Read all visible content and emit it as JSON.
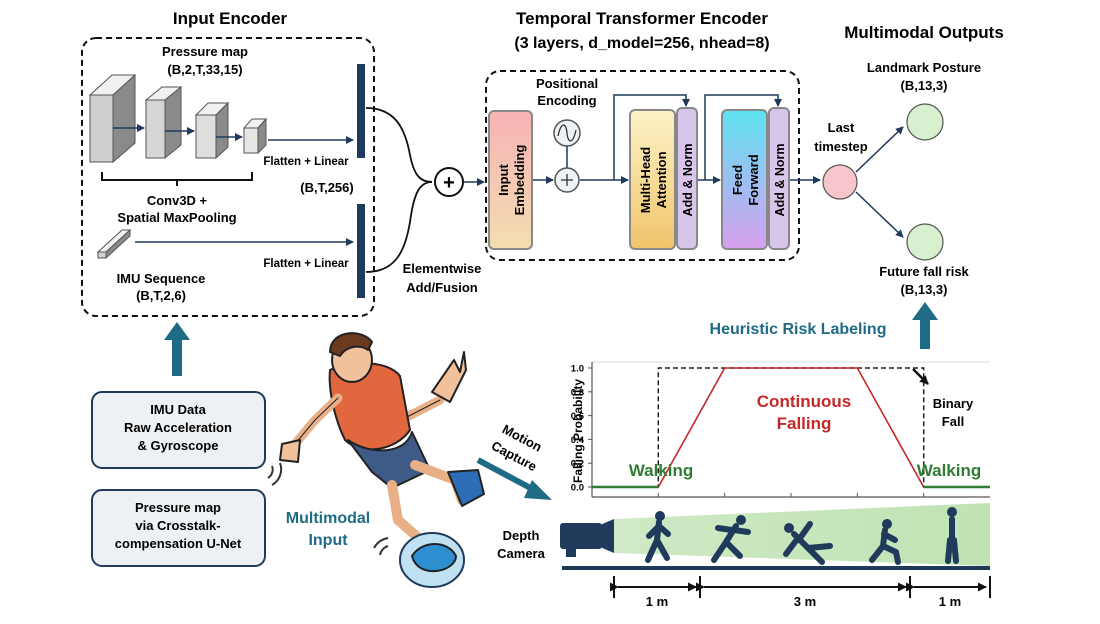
{
  "encoder": {
    "title": "Input Encoder",
    "pressure_title": "Pressure map",
    "pressure_shape": "(B,2,T,33,15)",
    "conv_label_1": "Conv3D +",
    "conv_label_2": "Spatial MaxPooling",
    "flatten_1": "Flatten + Linear",
    "flatten_2": "Flatten + Linear",
    "feature_shape": "(B,T,256)",
    "imu_title": "IMU Sequence",
    "imu_shape": "(B,T,2,6)"
  },
  "fusion": {
    "symbol": "+",
    "label_1": "Elementwise",
    "label_2": "Add/Fusion"
  },
  "transformer": {
    "title": "Temporal Transformer Encoder",
    "subtitle": "(3 layers, d_model=256, nhead=8)",
    "pos_enc_1": "Positional",
    "pos_enc_2": "Encoding",
    "input_embedding_1": "Input",
    "input_embedding_2": "Embedding",
    "mha_1": "Multi-Head",
    "mha_2": "Attention",
    "add_norm": "Add & Norm",
    "ff_1": "Feed",
    "ff_2": "Forward"
  },
  "outputs": {
    "title": "Multimodal Outputs",
    "last_1": "Last",
    "last_2": "timestep",
    "landmark_label": "Landmark Posture",
    "landmark_shape": "(B,13,3)",
    "fall_label": "Future fall risk",
    "fall_shape": "(B,13,3)"
  },
  "inputs": {
    "imu_line_1": "IMU Data",
    "imu_line_2": "Raw Acceleration",
    "imu_line_3": "& Gyroscope",
    "pm_line_1": "Pressure map",
    "pm_line_2": "via Crosstalk-",
    "pm_line_3": "compensation U-Net",
    "multimodal_1": "Multimodal",
    "multimodal_2": "Input",
    "motion_1": "Motion",
    "motion_2": "Capture"
  },
  "labeling": {
    "heuristic": "Heuristic Risk Labeling",
    "walking_left": "Walking",
    "walking_right": "Walking",
    "continuous_1": "Continuous",
    "continuous_2": "Falling",
    "binary_1": "Binary",
    "binary_2": "Fall",
    "depth_1": "Depth",
    "depth_2": "Camera",
    "dist_1": "1 m",
    "dist_2": "3 m",
    "dist_3": "1 m"
  },
  "chart_data": {
    "type": "line",
    "title": "",
    "xlabel": "",
    "ylabel": "Falling Probability",
    "ylim": [
      0,
      1.0
    ],
    "yticks": [
      "0.0",
      "0.2",
      "0.4",
      "0.6",
      "0.8",
      "1.0"
    ],
    "series": [
      {
        "x": [
          0,
          1,
          2,
          4,
          5,
          6
        ],
        "values": [
          0,
          0,
          1,
          1,
          0,
          0
        ]
      },
      {
        "x": [
          0,
          1,
          1,
          5,
          5,
          6
        ],
        "values": [
          0,
          0,
          1,
          1,
          0,
          0
        ]
      }
    ],
    "colors": {
      "walking": "#2e7d32",
      "falling": "#c62828",
      "binary": "#222222"
    }
  },
  "colors": {
    "navy": "#1f3a5a",
    "teal": "#1f6b85",
    "output_node": "#d8f0d0",
    "last_node": "#f6c6cc"
  }
}
